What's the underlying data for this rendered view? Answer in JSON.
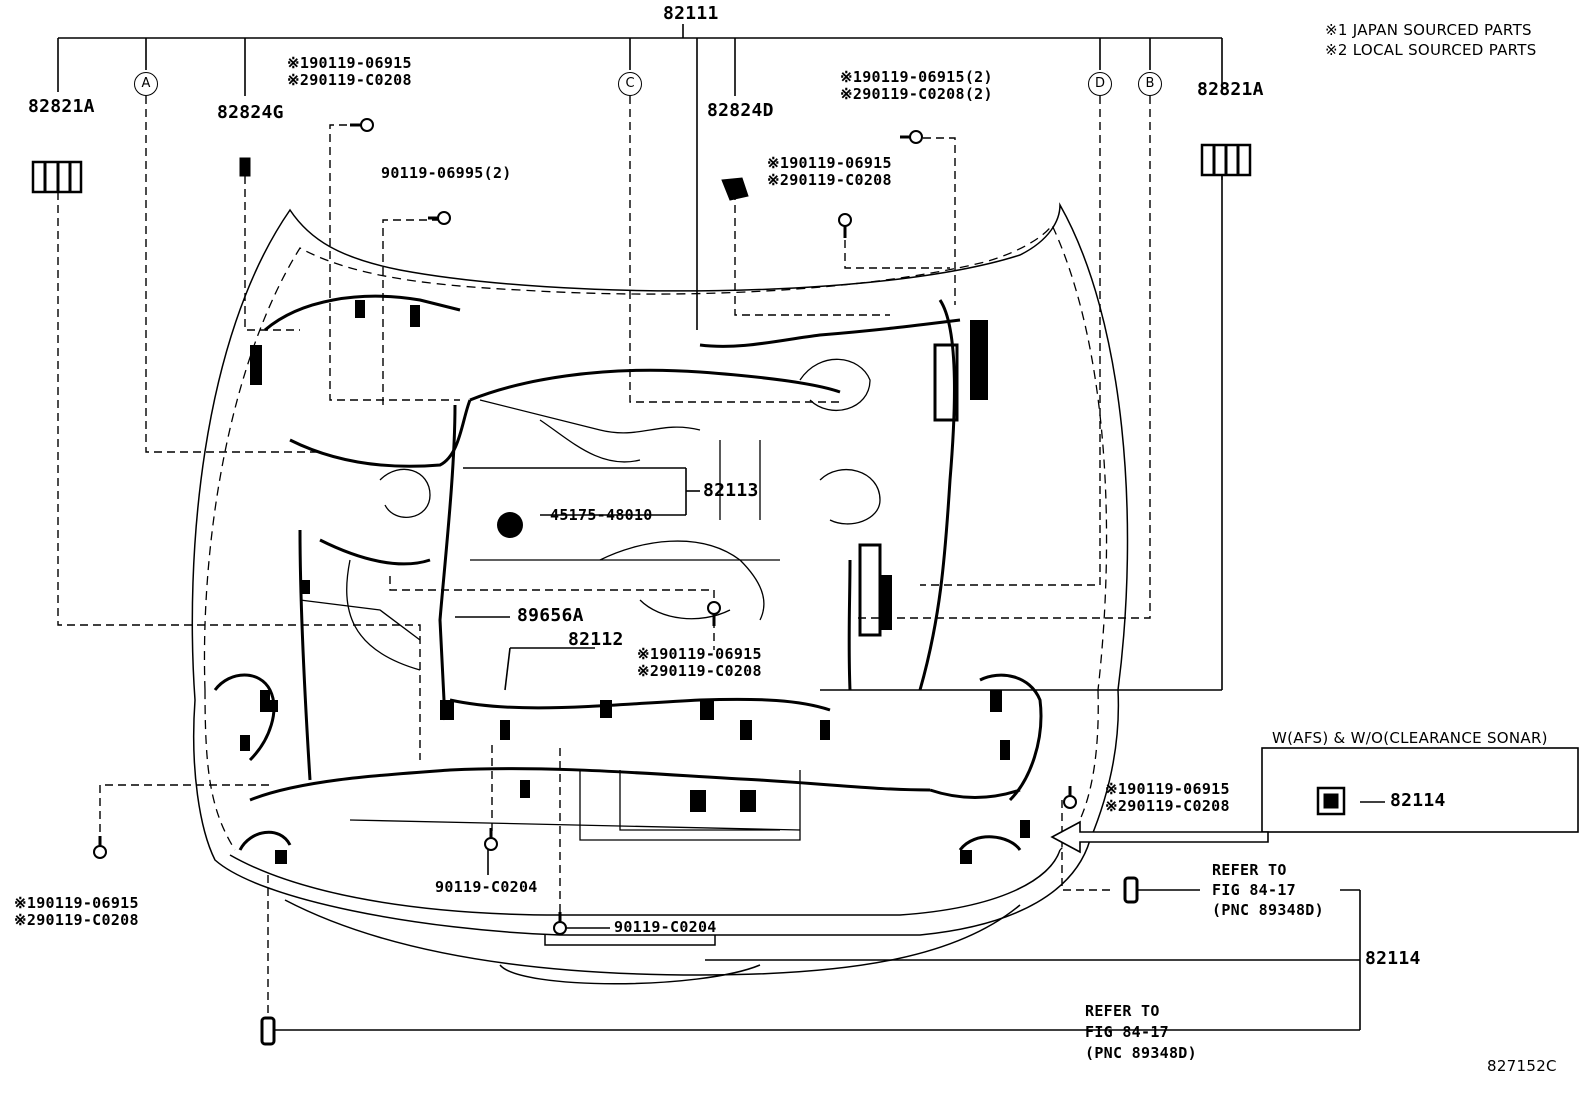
{
  "legend": {
    "line1": "※1 JAPAN SOURCED PARTS",
    "line2": "※2 LOCAL SOURCED PARTS"
  },
  "circles": {
    "a": "A",
    "b": "B",
    "c": "C",
    "d": "D"
  },
  "parts": {
    "harness_main": "82111",
    "clamp_left": "82821A",
    "clamp_right": "82821A",
    "protector_g": "82824G",
    "protector_d": "82824D",
    "wire_82113": "82113",
    "sensor_45175": "45175-48010",
    "sensor_89656a": "89656A",
    "wire_82112": "82112",
    "wire_82114_box": "82114",
    "wire_82114_bottom": "82114",
    "bolt_06995": "90119-06995(2)",
    "bolt_c0204_a": "90119-C0204",
    "bolt_c0204_b": "90119-C0204",
    "fig_code": "827152C"
  },
  "bolt_pairs": {
    "top_left": {
      "j": "※190119-06915",
      "l": "※290119-C0208"
    },
    "top_right": {
      "j": "※190119-06915(2)",
      "l": "※290119-C0208(2)"
    },
    "mid_right": {
      "j": "※190119-06915",
      "l": "※290119-C0208"
    },
    "center": {
      "j": "※190119-06915",
      "l": "※290119-C0208"
    },
    "right_side": {
      "j": "※190119-06915",
      "l": "※290119-C0208"
    },
    "bottom_left": {
      "j": "※190119-06915",
      "l": "※290119-C0208"
    }
  },
  "option_box": {
    "title": "W(AFS) & W/O(CLEARANCE SONAR)"
  },
  "refer_1": {
    "line1": "REFER TO",
    "line2": "FIG 84-17",
    "line3": "(PNC 89348D)"
  },
  "refer_2": {
    "line1": "REFER TO",
    "line2": "FIG 84-17",
    "line3": "(PNC 89348D)"
  }
}
